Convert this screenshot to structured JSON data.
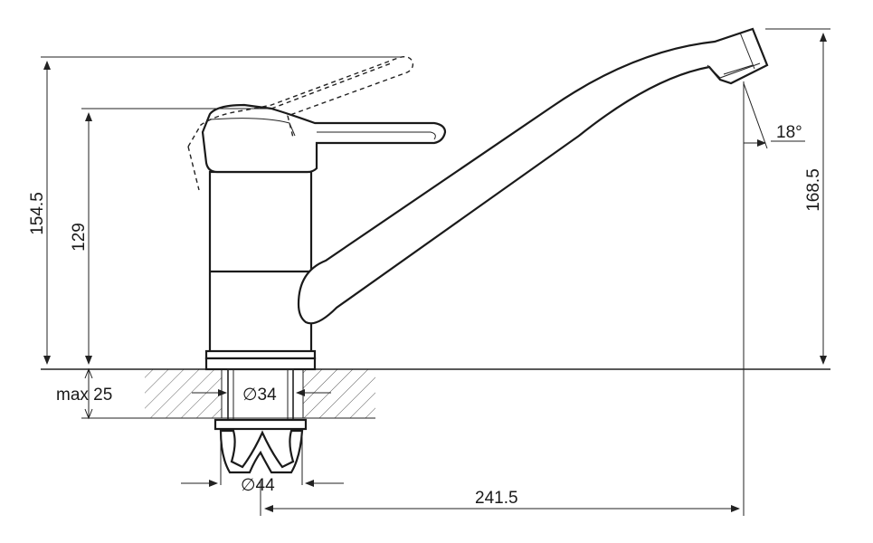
{
  "drawing": {
    "dimensions": {
      "total_height": "154.5",
      "lever_height": "129",
      "spout_height": "168.5",
      "max_counter": "max 25",
      "inner_diameter": "∅34",
      "outer_diameter": "∅44",
      "spout_reach": "241.5",
      "angle": "18°"
    }
  }
}
